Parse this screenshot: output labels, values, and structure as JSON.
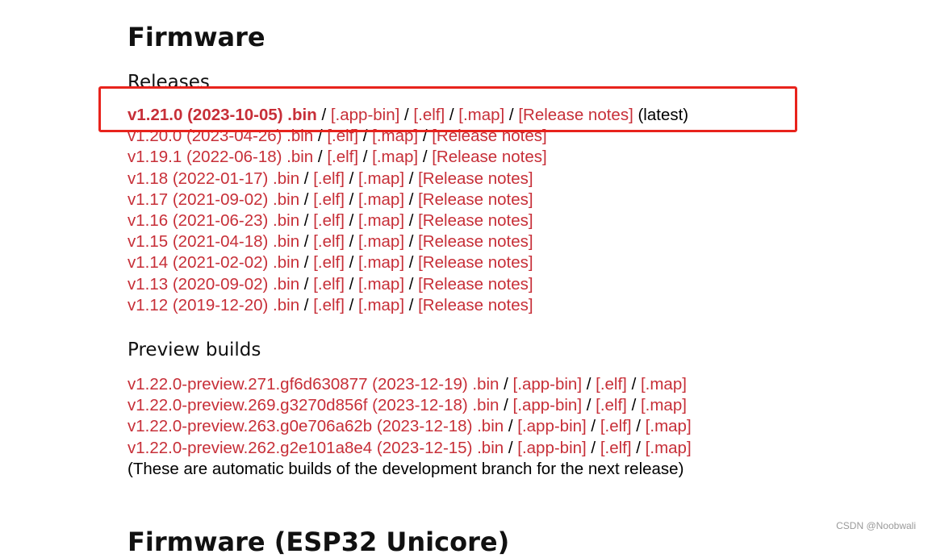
{
  "page": {
    "title": "Firmware",
    "releases_heading": "Releases",
    "preview_heading": "Preview builds",
    "next_heading_partial": "Firmware (ESP32 Unicore)",
    "watermark": "CSDN @Noobwali",
    "accent_color": "#c72f38",
    "highlight_color": "#e8231c"
  },
  "latest_release": {
    "version_bin": "v1.21.0 (2023-10-05) .bin",
    "app_bin": "[.app-bin]",
    "elf": "[.elf]",
    "map": "[.map]",
    "notes": "[Release notes]",
    "tag": "(latest)"
  },
  "releases": [
    {
      "bin": "v1.20.0 (2023-04-26) .bin",
      "elf": "[.elf]",
      "map": "[.map]",
      "notes": "[Release notes]"
    },
    {
      "bin": "v1.19.1 (2022-06-18) .bin",
      "elf": "[.elf]",
      "map": "[.map]",
      "notes": "[Release notes]"
    },
    {
      "bin": "v1.18 (2022-01-17) .bin",
      "elf": "[.elf]",
      "map": "[.map]",
      "notes": "[Release notes]"
    },
    {
      "bin": "v1.17 (2021-09-02) .bin",
      "elf": "[.elf]",
      "map": "[.map]",
      "notes": "[Release notes]"
    },
    {
      "bin": "v1.16 (2021-06-23) .bin",
      "elf": "[.elf]",
      "map": "[.map]",
      "notes": "[Release notes]"
    },
    {
      "bin": "v1.15 (2021-04-18) .bin",
      "elf": "[.elf]",
      "map": "[.map]",
      "notes": "[Release notes]"
    },
    {
      "bin": "v1.14 (2021-02-02) .bin",
      "elf": "[.elf]",
      "map": "[.map]",
      "notes": "[Release notes]"
    },
    {
      "bin": "v1.13 (2020-09-02) .bin",
      "elf": "[.elf]",
      "map": "[.map]",
      "notes": "[Release notes]"
    },
    {
      "bin": "v1.12 (2019-12-20) .bin",
      "elf": "[.elf]",
      "map": "[.map]",
      "notes": "[Release notes]"
    }
  ],
  "previews": [
    {
      "bin": "v1.22.0-preview.271.gf6d630877 (2023-12-19) .bin",
      "app_bin": "[.app-bin]",
      "elf": "[.elf]",
      "map": "[.map]"
    },
    {
      "bin": "v1.22.0-preview.269.g3270d856f (2023-12-18) .bin",
      "app_bin": "[.app-bin]",
      "elf": "[.elf]",
      "map": "[.map]"
    },
    {
      "bin": "v1.22.0-preview.263.g0e706a62b (2023-12-18) .bin",
      "app_bin": "[.app-bin]",
      "elf": "[.elf]",
      "map": "[.map]"
    },
    {
      "bin": "v1.22.0-preview.262.g2e101a8e4 (2023-12-15) .bin",
      "app_bin": "[.app-bin]",
      "elf": "[.elf]",
      "map": "[.map]"
    }
  ],
  "preview_note": "(These are automatic builds of the development branch for the next release)",
  "separator": " / "
}
